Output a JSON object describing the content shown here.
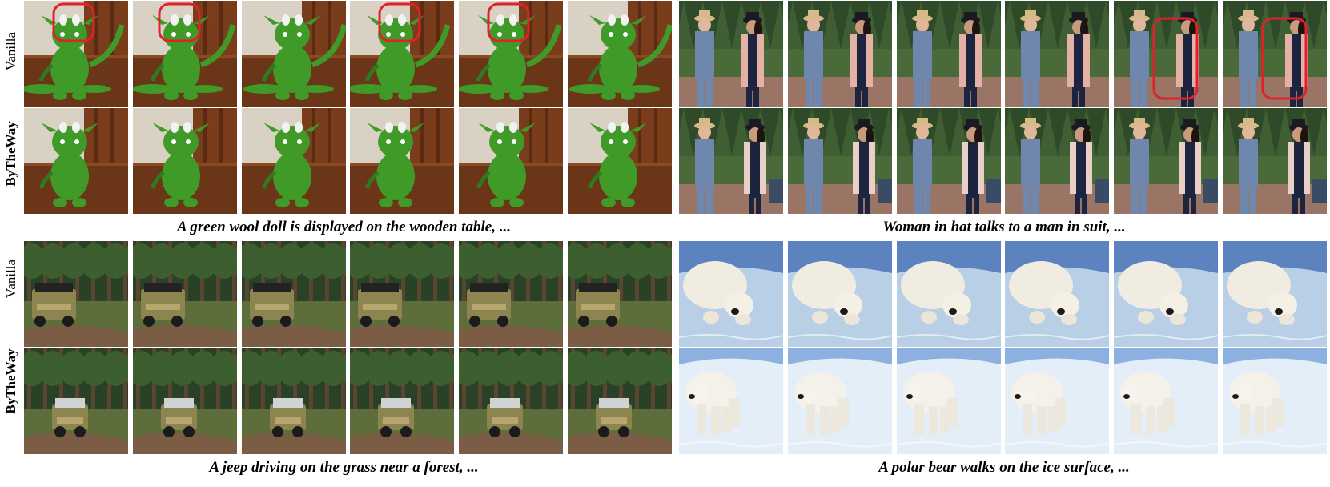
{
  "row_labels": {
    "vanilla": "Vanilla",
    "bytheway": "ByTheWay"
  },
  "panels": [
    {
      "id": "doll",
      "caption": "A green wool doll is displayed on the wooden table, ...",
      "scene": "doll",
      "frames_per_row": 6,
      "highlighted_frames": [
        1,
        2,
        4,
        5
      ]
    },
    {
      "id": "couple",
      "caption": "Woman in hat talks to a man in suit, ...",
      "scene": "couple",
      "frames_per_row": 6,
      "highlighted_frames": [
        5,
        6
      ]
    },
    {
      "id": "jeep",
      "caption": "A jeep driving on the grass near a forest, ...",
      "scene": "jeep",
      "frames_per_row": 6,
      "highlighted_frames": []
    },
    {
      "id": "bear",
      "caption": "A polar bear walks on the ice surface, ...",
      "scene": "bear",
      "frames_per_row": 6,
      "highlighted_frames": []
    }
  ],
  "colors": {
    "highlight": "#e0202a",
    "doll": "#3f9a28",
    "wood": "#6b3617",
    "forest": "#2f4a28",
    "ice": "#9ec0e6",
    "suit": "#6f86ad",
    "coat": "#e3b2a5",
    "jeep": "#8c8550"
  }
}
